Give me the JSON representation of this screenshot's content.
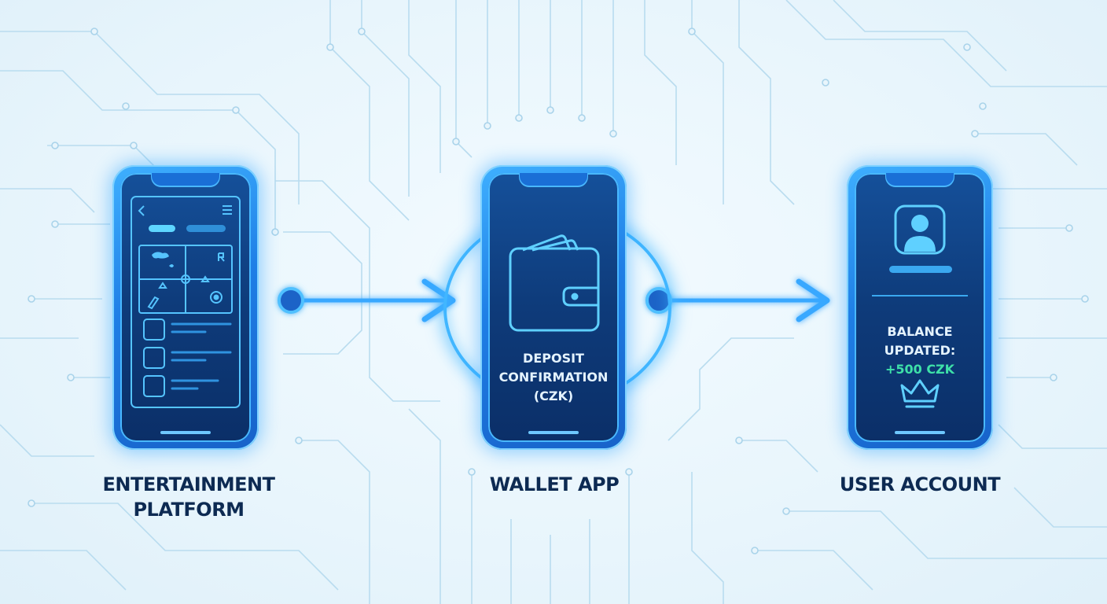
{
  "diagram": {
    "steps": [
      {
        "id": "platform",
        "caption_line1": "ENTERTAINMENT",
        "caption_line2": "PLATFORM"
      },
      {
        "id": "wallet",
        "caption": "WALLET APP",
        "screen_lines": [
          "DEPOSIT",
          "CONFIRMATION",
          "(CZK)"
        ]
      },
      {
        "id": "account",
        "caption": "USER ACCOUNT",
        "screen_line1": "BALANCE",
        "screen_line2": "UPDATED:",
        "screen_amount": "+500 CZK"
      }
    ],
    "icons": {
      "wallet": "wallet-icon",
      "account": "user-avatar-icon",
      "reward": "crown-icon",
      "platform_back": "back-chevron-icon",
      "platform_menu": "hamburger-menu-icon"
    },
    "colors": {
      "accent": "#41b6ff",
      "phone_body": "#1f7fe6",
      "screen": "#0e3b7a",
      "caption_text": "#0d2a52",
      "amount_text": "#3ee0a8",
      "background": "#e8f5fc"
    }
  }
}
